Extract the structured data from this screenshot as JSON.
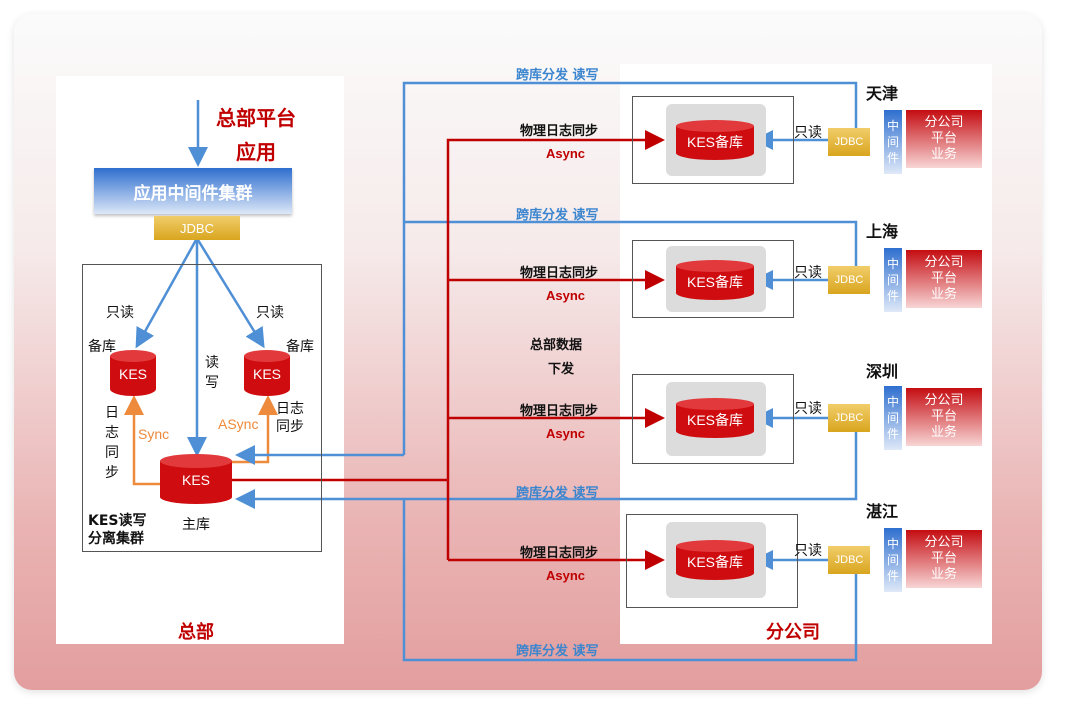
{
  "hq": {
    "platform_line1": "总部平台",
    "platform_line2": "应用",
    "middleware_cluster": "应用中间件集群",
    "jdbc": "JDBC",
    "readonly_left": "只读",
    "readonly_right": "只读",
    "standby_left": "备库",
    "standby_right": "备库",
    "kes_left": "KES",
    "kes_right": "KES",
    "kes_primary": "KES",
    "primary_label": "主库",
    "rw_vertical": [
      "读",
      "写"
    ],
    "log_sync_left": [
      "日",
      "志",
      "同",
      "步"
    ],
    "log_sync_right_line1": "日志",
    "log_sync_right_line2": "同步",
    "sync": "Sync",
    "async": "ASync",
    "cluster_line1": "KES读写",
    "cluster_line2": "分离集群",
    "footer": "总部"
  },
  "center": {
    "hq_data_line1": "总部数据",
    "hq_data_line2": "下发"
  },
  "branch_footer": "分公司",
  "cross_label": "跨库分发 读写",
  "physical_log": "物理日志同步",
  "async_label": "Async",
  "branches": [
    {
      "city": "天津",
      "db": "KES备库",
      "readonly": "只读",
      "jdbc": "JDBC",
      "middleware": [
        "中",
        "间",
        "件"
      ],
      "biz": [
        "分公司",
        "平台",
        "业务"
      ]
    },
    {
      "city": "上海",
      "db": "KES备库",
      "readonly": "只读",
      "jdbc": "JDBC",
      "middleware": [
        "中",
        "间",
        "件"
      ],
      "biz": [
        "分公司",
        "平台",
        "业务"
      ]
    },
    {
      "city": "深圳",
      "db": "KES备库",
      "readonly": "只读",
      "jdbc": "JDBC",
      "middleware": [
        "中",
        "间",
        "件"
      ],
      "biz": [
        "分公司",
        "平台",
        "业务"
      ]
    },
    {
      "city": "湛江",
      "db": "KES备库",
      "readonly": "只读",
      "jdbc": "JDBC",
      "middleware": [
        "中",
        "间",
        "件"
      ],
      "biz": [
        "分公司",
        "平台",
        "业务"
      ]
    }
  ],
  "colors": {
    "red": "#c00000",
    "blue": "#3b85cf",
    "orange": "#ee8a3c"
  }
}
